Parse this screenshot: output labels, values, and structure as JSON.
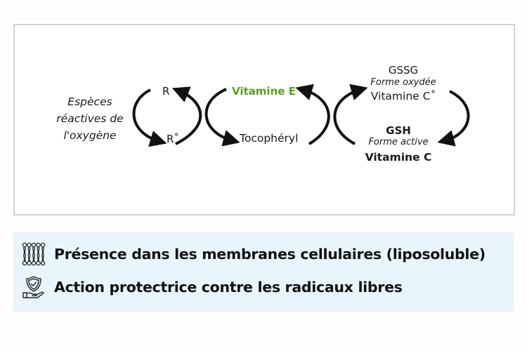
{
  "diagram": {
    "left_label": [
      "Espèces",
      "réactives de",
      "l'oxygène"
    ],
    "r": "R",
    "r_radical": "R˚",
    "vitamin_e": "Vitamine E",
    "tocopheryl": "Tocophéryl",
    "gssg": "GSSG",
    "oxidized_form": "Forme oxydée",
    "vitamin_c_radical": "Vitamine C˚",
    "gsh": "GSH",
    "active_form": "Forme active",
    "vitamin_c": "Vitamine C",
    "colors": {
      "vitamin_e": "#5a9e1e",
      "border": "#d0d0d0",
      "info_bg": "#e9f5fd"
    }
  },
  "info": {
    "items": [
      {
        "icon": "lipid-bilayer-icon",
        "text": "Présence dans les membranes cellulaires (liposoluble)"
      },
      {
        "icon": "shield-hand-icon",
        "text": "Action protectrice contre les radicaux libres"
      }
    ]
  }
}
